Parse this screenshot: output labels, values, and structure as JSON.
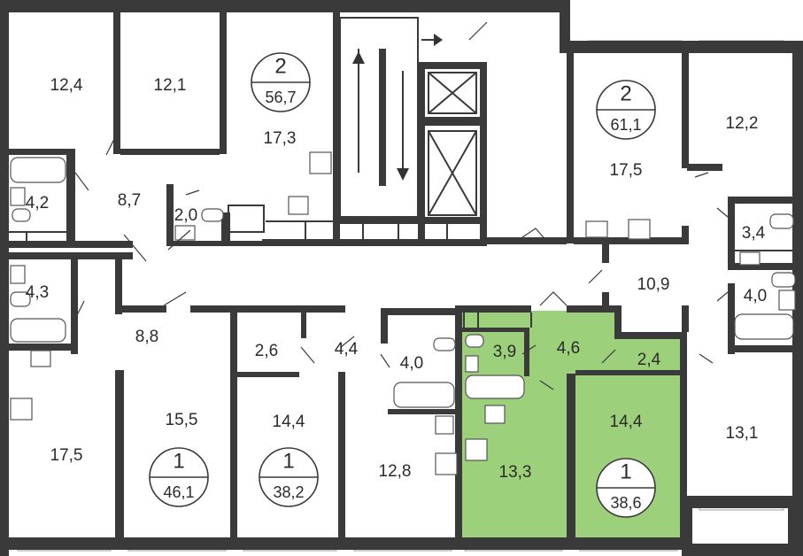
{
  "colors": {
    "wall": "#3a3a3a",
    "highlight": "#9dd07a",
    "background": "#ffffff"
  },
  "rooms": [
    {
      "id": "r1",
      "label": "12,4"
    },
    {
      "id": "r2",
      "label": "12,1"
    },
    {
      "id": "r3",
      "label": "17,3"
    },
    {
      "id": "r4",
      "label": "4,2"
    },
    {
      "id": "r5",
      "label": "8,7"
    },
    {
      "id": "r6",
      "label": "2,0"
    },
    {
      "id": "r7",
      "label": "4,3"
    },
    {
      "id": "r8",
      "label": "8,8"
    },
    {
      "id": "r9",
      "label": "17,5"
    },
    {
      "id": "r10",
      "label": "15,5"
    },
    {
      "id": "r11",
      "label": "2,6"
    },
    {
      "id": "r12",
      "label": "4,4"
    },
    {
      "id": "r13",
      "label": "14,4"
    },
    {
      "id": "r14",
      "label": "4,0"
    },
    {
      "id": "r15",
      "label": "12,8"
    },
    {
      "id": "r16",
      "label": "3,9"
    },
    {
      "id": "r17",
      "label": "4,6"
    },
    {
      "id": "r18",
      "label": "2,4"
    },
    {
      "id": "r19",
      "label": "13,3"
    },
    {
      "id": "r20",
      "label": "14,4"
    },
    {
      "id": "r21",
      "label": "17,5"
    },
    {
      "id": "r22",
      "label": "12,2"
    },
    {
      "id": "r23",
      "label": "3,4"
    },
    {
      "id": "r24",
      "label": "10,9"
    },
    {
      "id": "r25",
      "label": "4,0"
    },
    {
      "id": "r26",
      "label": "13,1"
    }
  ],
  "apartments": [
    {
      "id": "a1",
      "rooms": "2",
      "area": "56,7"
    },
    {
      "id": "a2",
      "rooms": "2",
      "area": "61,1"
    },
    {
      "id": "a3",
      "rooms": "1",
      "area": "46,1"
    },
    {
      "id": "a4",
      "rooms": "1",
      "area": "38,2"
    },
    {
      "id": "a5",
      "rooms": "1",
      "area": "38,6",
      "highlighted": true
    }
  ]
}
